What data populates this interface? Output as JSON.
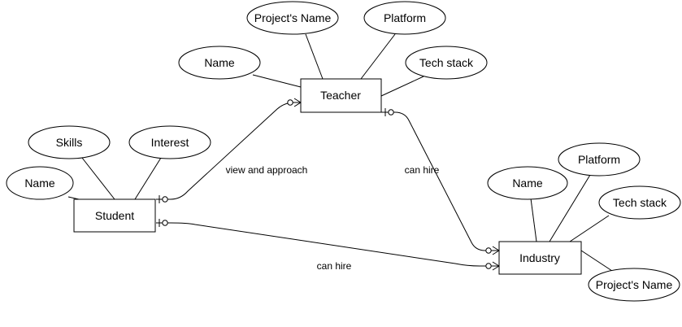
{
  "entities": {
    "teacher": "Teacher",
    "student": "Student",
    "industry": "Industry"
  },
  "attributes": {
    "teacher_project_name": "Project's Name",
    "teacher_platform": "Platform",
    "teacher_name": "Name",
    "teacher_tech_stack": "Tech stack",
    "student_skills": "Skills",
    "student_interest": "Interest",
    "student_name": "Name",
    "industry_name": "Name",
    "industry_platform": "Platform",
    "industry_tech_stack": "Tech stack",
    "industry_project_name": "Project's Name"
  },
  "relationships": {
    "student_teacher": "view and approach",
    "teacher_industry": "can hire",
    "student_industry": "can hire"
  }
}
